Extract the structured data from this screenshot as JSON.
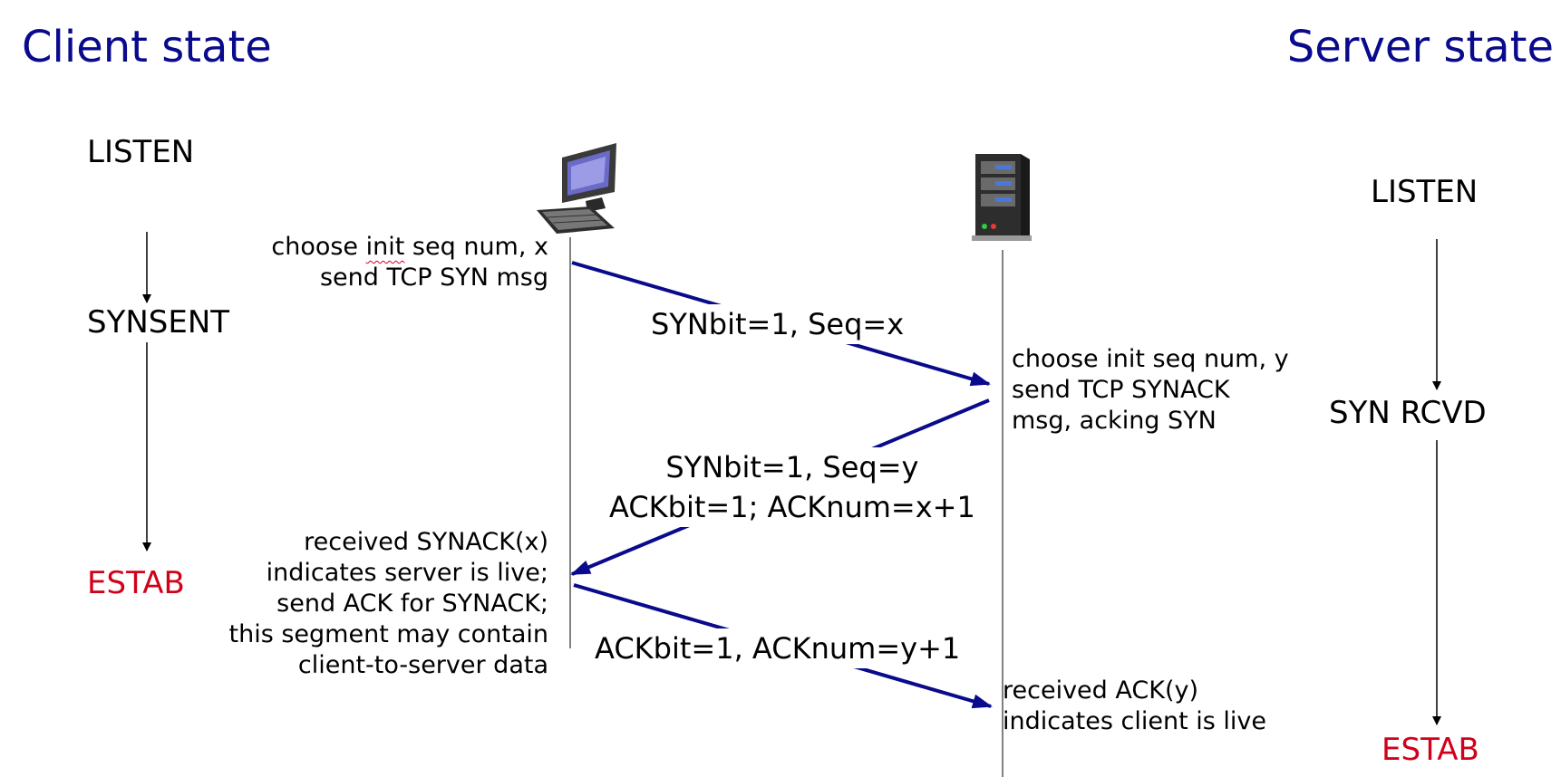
{
  "titles": {
    "client": "Client state",
    "server": "Server state"
  },
  "client_states": {
    "listen": "LISTEN",
    "synsent": "SYNSENT",
    "estab": "ESTAB"
  },
  "server_states": {
    "listen": "LISTEN",
    "synrcvd": "SYN RCVD",
    "estab": "ESTAB"
  },
  "client_notes": {
    "choose": {
      "line1_pre": "choose ",
      "line1_squig": "init",
      "line1_post": " seq num, x",
      "line2": "send TCP SYN msg"
    },
    "received": [
      "received SYNACK(x)",
      "indicates server is live;",
      "send ACK for SYNACK;",
      "this segment may contain",
      "client-to-server data"
    ]
  },
  "server_notes": {
    "choose": [
      "choose init seq num, y",
      "send TCP SYNACK",
      "msg, acking SYN"
    ],
    "received": [
      "received ACK(y)",
      "indicates client is live"
    ]
  },
  "messages": {
    "syn": "SYNbit=1, Seq=x",
    "synack_line1": "SYNbit=1, Seq=y",
    "synack_line2": "ACKbit=1; ACKnum=x+1",
    "ack": "ACKbit=1, ACKnum=y+1"
  },
  "icons": {
    "client": "desktop-computer-icon",
    "server": "server-tower-icon"
  },
  "colors": {
    "title": "#0a0a8c",
    "arrow": "#0a0a8c",
    "estab": "#d0021b",
    "text": "#000000"
  }
}
